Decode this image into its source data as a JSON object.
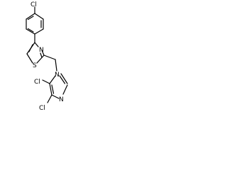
{
  "molecule": {
    "labels": {
      "cl_top": "Cl",
      "s_thiazole": "S",
      "n_thiazole": "N",
      "n_imid_1": "N",
      "n_imid_3": "N",
      "cl_c5": "Cl",
      "cl_c4": "Cl"
    }
  }
}
